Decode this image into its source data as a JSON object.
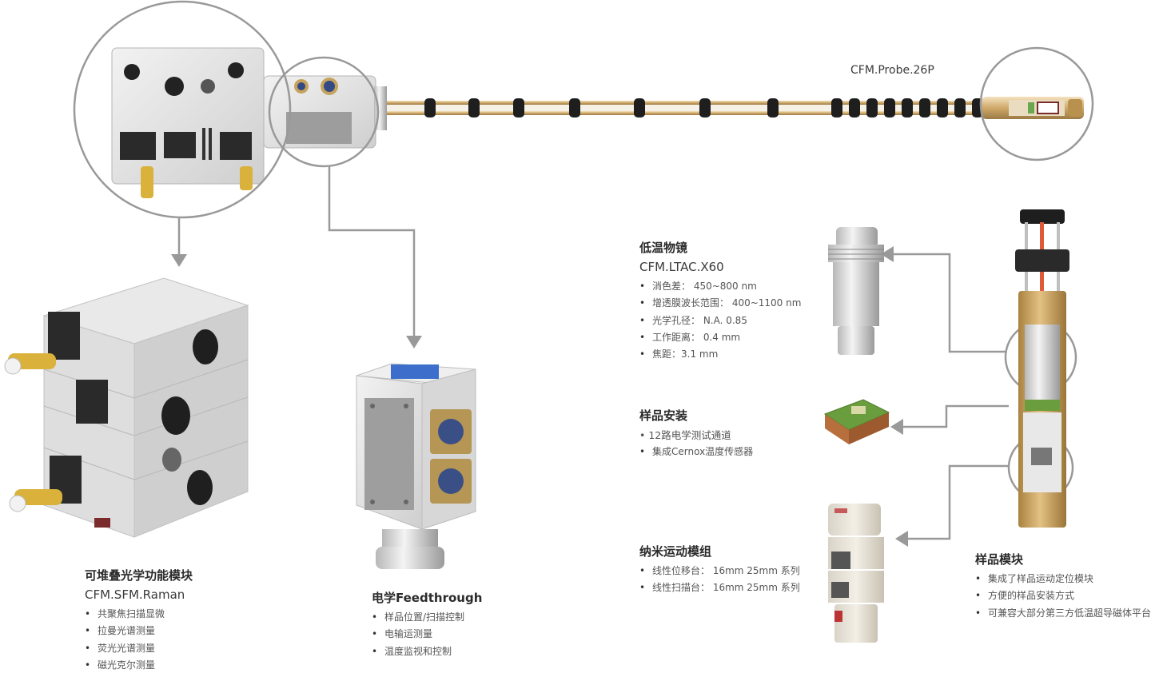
{
  "probe": {
    "label": "CFM.Probe.26P"
  },
  "modules": [
    {
      "id": "sfm",
      "title": "可堆叠光学功能模块",
      "model": "CFM.SFM.Raman",
      "bullets": [
        "共聚焦扫描显微",
        "拉曼光谱测量",
        "荧光光谱测量",
        "磁光克尔测量"
      ]
    },
    {
      "id": "feed",
      "title": "电学Feedthrough",
      "bullets": [
        "样品位置/扫描控制",
        "电输运测量",
        "温度监视和控制"
      ]
    },
    {
      "id": "ltac",
      "title": "低温物镜",
      "model": "CFM.LTAC.X60",
      "bullets": [
        "消色差： 450~800 nm",
        "增透膜波长范围： 400~1100 nm",
        "光学孔径： N.A. 0.85",
        "工作距离： 0.4 mm",
        "焦距：3.1 mm"
      ]
    },
    {
      "id": "mount",
      "title": "样品安装",
      "first_line": "• 12路电学测试通道",
      "bullets": [
        "集成Cernox温度传感器"
      ]
    },
    {
      "id": "nano",
      "title": "纳米运动模组",
      "bullets": [
        "线性位移台： 16mm 25mm 系列",
        "线性扫描台： 16mm 25mm 系列"
      ]
    },
    {
      "id": "sample",
      "title": "样品模块",
      "bullets": [
        "集成了样品运动定位模块",
        "方便的样品安装方式",
        "可兼容大部分第三方低温超导磁体平台"
      ]
    }
  ],
  "colors": {
    "text": "#333333",
    "callout": "#999999",
    "brass": "#cfa96a",
    "clamp": "#1e1e1e"
  }
}
